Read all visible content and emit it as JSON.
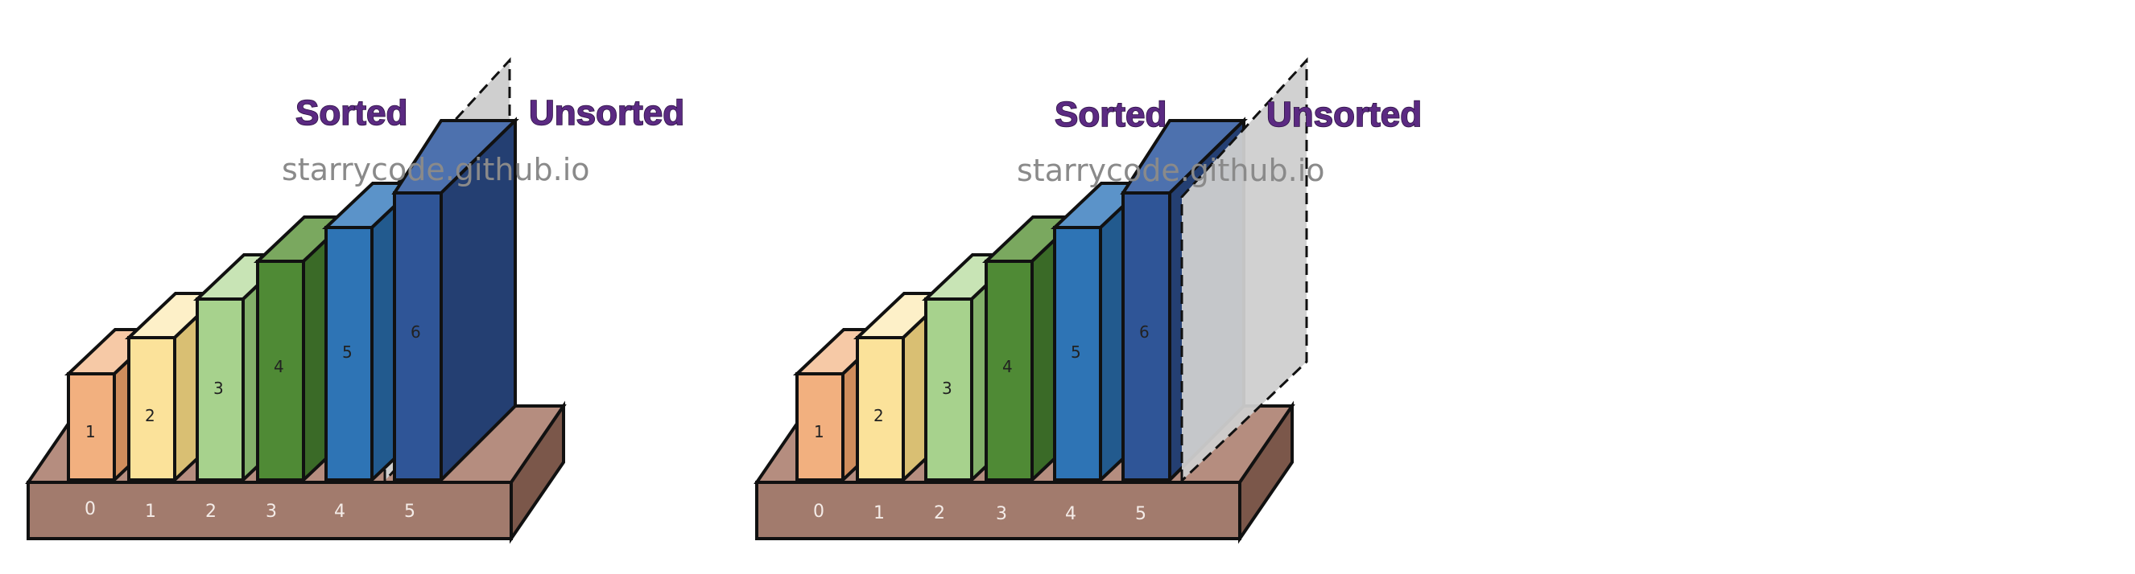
{
  "panels": [
    {
      "sorted_label": "Sorted",
      "unsorted_label": "Unsorted",
      "watermark": "starrycode.github.io",
      "bars": [
        {
          "label": "1",
          "value": 1,
          "color": "#f2b07f"
        },
        {
          "label": "2",
          "value": 2,
          "color": "#fbe29a"
        },
        {
          "label": "3",
          "value": 3,
          "color": "#a7d28d"
        },
        {
          "label": "4",
          "value": 4,
          "color": "#4f8a35"
        },
        {
          "label": "5",
          "value": 5,
          "color": "#2e74b5"
        },
        {
          "label": "6",
          "value": 6,
          "color": "#2f5597"
        }
      ],
      "indices": [
        "0",
        "1",
        "2",
        "3",
        "4",
        "5"
      ],
      "divider_after_index": 4
    },
    {
      "sorted_label": "Sorted",
      "unsorted_label": "Unsorted",
      "watermark": "starrycode.github.io",
      "bars": [
        {
          "label": "1",
          "value": 1,
          "color": "#f2b07f"
        },
        {
          "label": "2",
          "value": 2,
          "color": "#fbe29a"
        },
        {
          "label": "3",
          "value": 3,
          "color": "#a7d28d"
        },
        {
          "label": "4",
          "value": 4,
          "color": "#4f8a35"
        },
        {
          "label": "5",
          "value": 5,
          "color": "#2e74b5"
        },
        {
          "label": "6",
          "value": 6,
          "color": "#2f5597"
        }
      ],
      "indices": [
        "0",
        "1",
        "2",
        "3",
        "4",
        "5"
      ],
      "divider_after_index": 5
    }
  ],
  "colors": {
    "title": "#5b2a82",
    "base_front": "#a27b6d",
    "base_top": "#b58d7f",
    "base_side": "#7b574a",
    "divider_fill": "#cfcfcf"
  }
}
